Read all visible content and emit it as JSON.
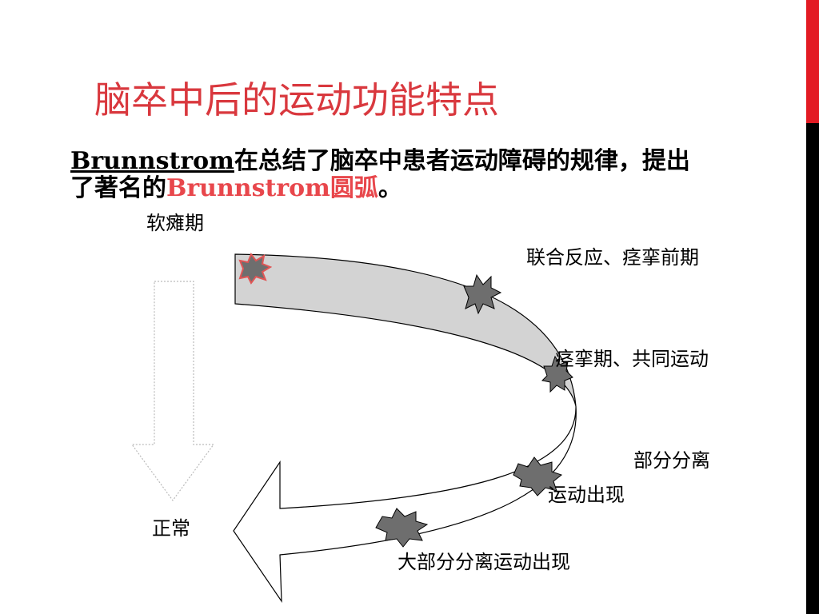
{
  "slide": {
    "title": "脑卒中后的运动功能特点",
    "body": {
      "brand": "Brunnstrom",
      "line1_rest": "在总结了脑卒中患者运动障碍的规律，提出",
      "line2_start": "了著名的",
      "highlight": "Brunnstrom圆弧",
      "line2_end": "。"
    },
    "labels": {
      "flaccid": "软瘫期",
      "synergy": "联合反应、痉挛前期",
      "spasticity": "痉挛期、共同运动",
      "partial": "部分分离",
      "partial2": "运动出现",
      "most": "大部分分离运动出现",
      "normal": "正常"
    },
    "colors": {
      "title": "#d9383e",
      "accent": "#e8474c",
      "bar_red": "#e31b23",
      "bar_black": "#000000",
      "arc_fill": "#d3d3d3",
      "burst": "#6e6e6e",
      "burst_highlight": "#e05555"
    }
  }
}
